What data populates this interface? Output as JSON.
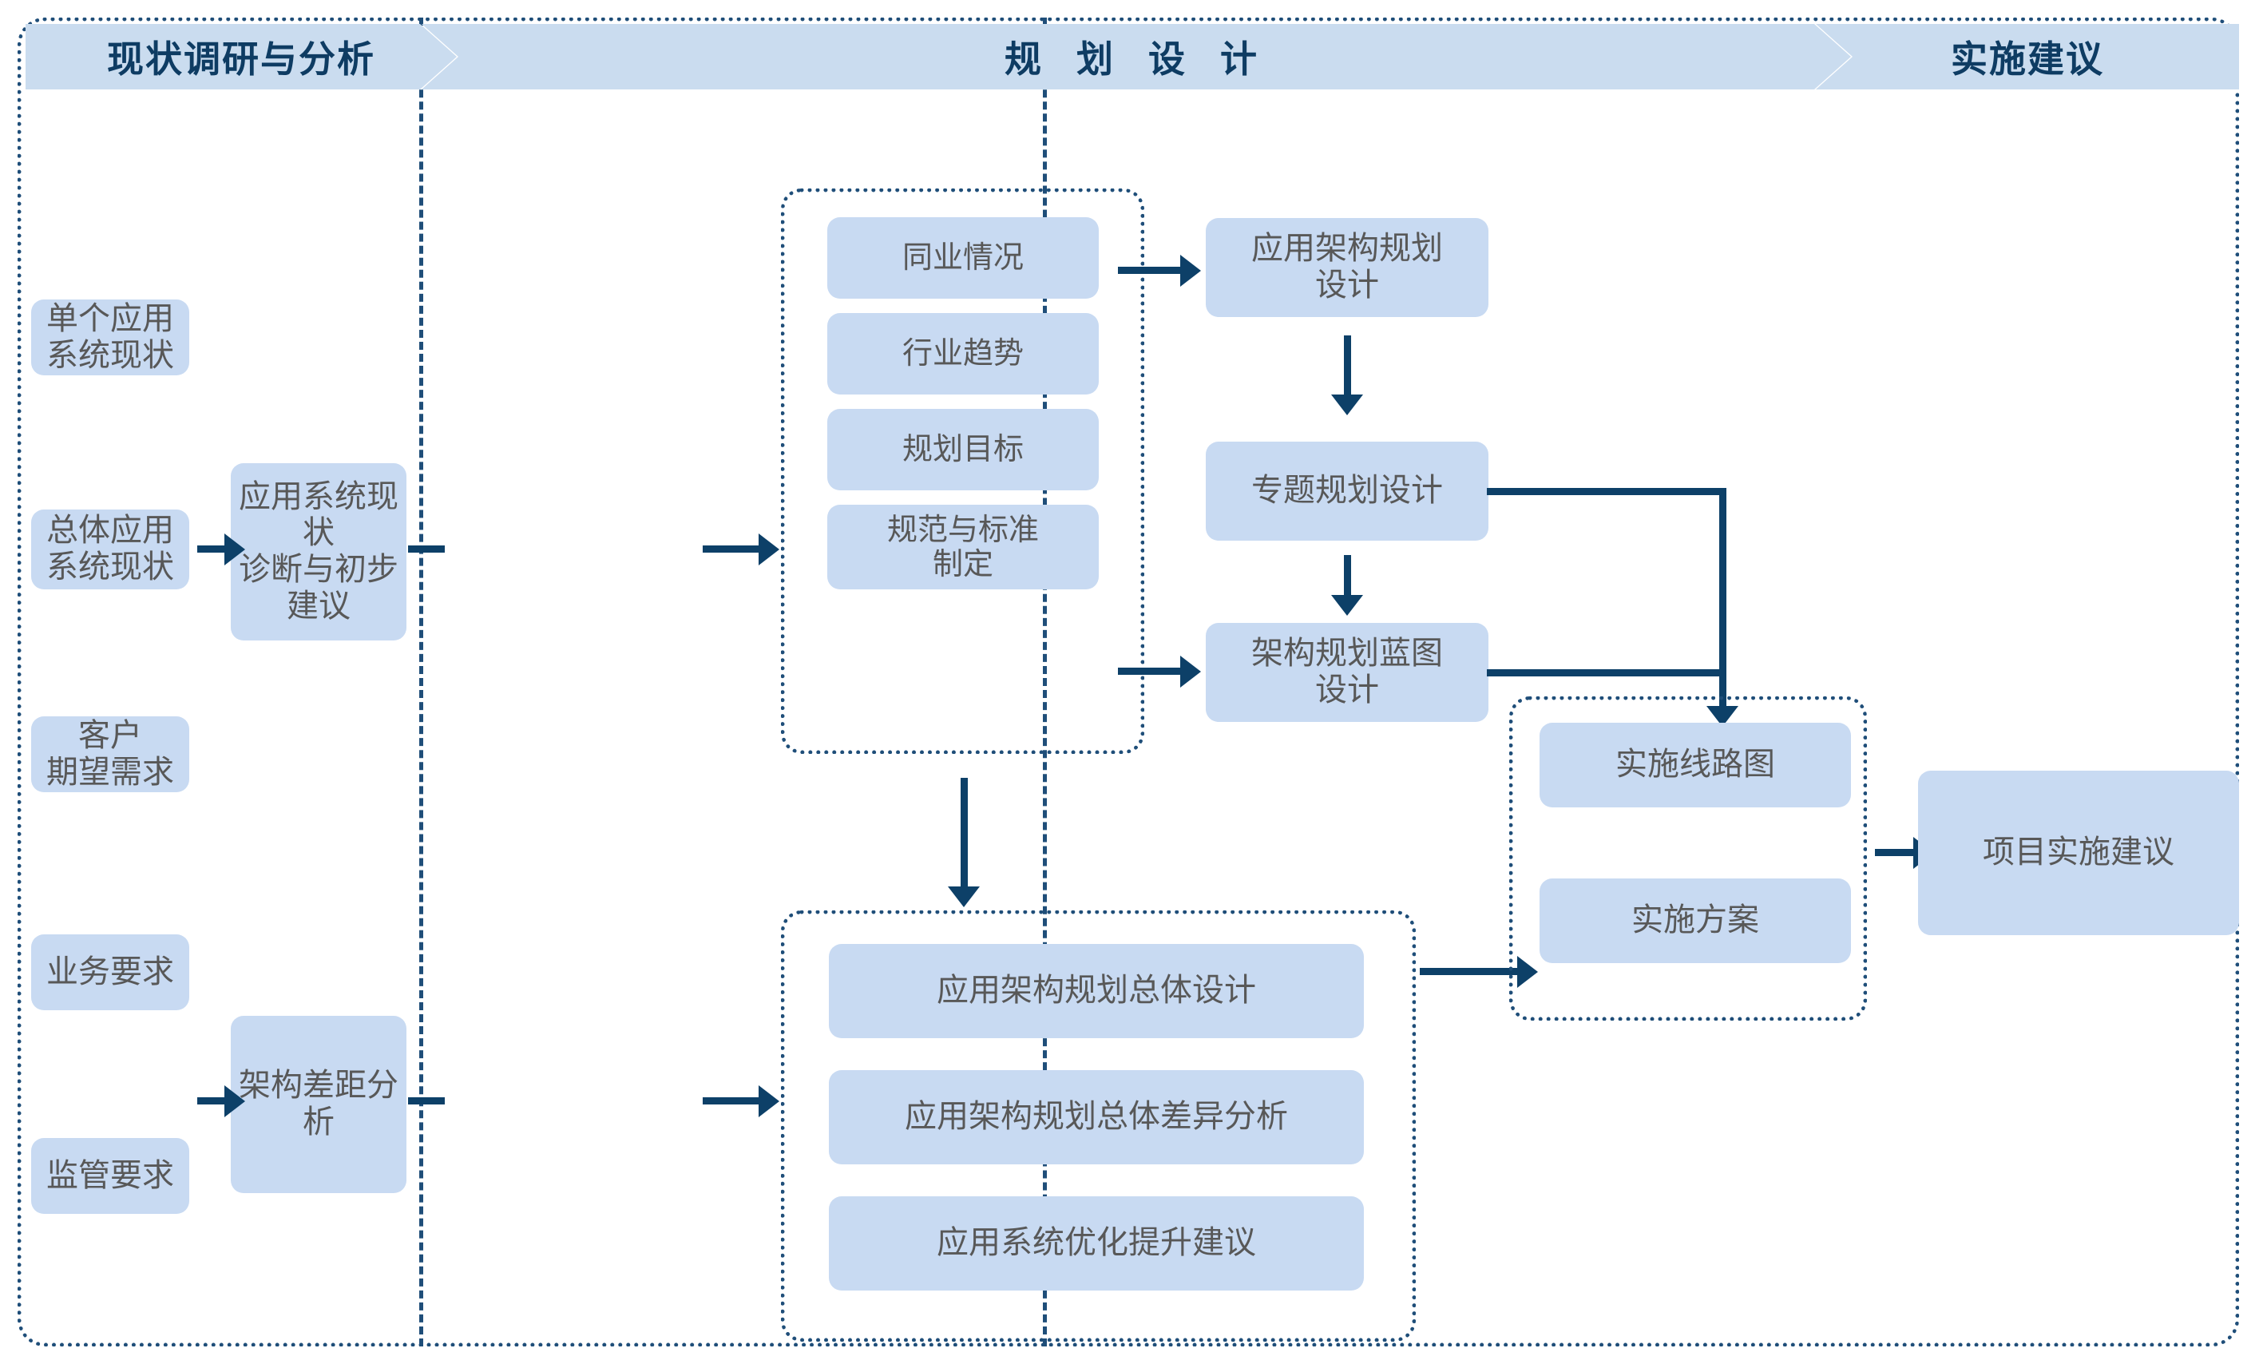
{
  "diagram": {
    "title_phases": [
      {
        "id": "phase-1",
        "label": "现状调研与分析"
      },
      {
        "id": "phase-2",
        "label": "规 划 设 计"
      },
      {
        "id": "phase-3",
        "label": "实施建议"
      }
    ],
    "inputs": [
      {
        "id": "input-1",
        "label": "单个应用\n系统现状"
      },
      {
        "id": "input-2",
        "label": "总体应用\n系统现状"
      },
      {
        "id": "input-3",
        "label": "客户\n期望需求"
      },
      {
        "id": "input-4",
        "label": "业务要求"
      },
      {
        "id": "input-5",
        "label": "监管要求"
      }
    ],
    "analysis": [
      {
        "id": "analysis-1",
        "label": "应用系统现状\n诊断与初步建议"
      },
      {
        "id": "analysis-2",
        "label": "架构差距分析"
      }
    ],
    "inputs_group": {
      "id": "planning-inputs-group",
      "items": [
        {
          "id": "pg-1",
          "label": "同业情况"
        },
        {
          "id": "pg-2",
          "label": "行业趋势"
        },
        {
          "id": "pg-3",
          "label": "规划目标"
        },
        {
          "id": "pg-4",
          "label": "规范与标准\n制定"
        }
      ]
    },
    "design_chain": [
      {
        "id": "design-1",
        "label": "应用架构规划\n设计"
      },
      {
        "id": "design-2",
        "label": "专题规划设计"
      },
      {
        "id": "design-3",
        "label": "架构规划蓝图\n设计"
      }
    ],
    "overall_group": {
      "id": "overall-design-group",
      "items": [
        {
          "id": "og-1",
          "label": "应用架构规划总体设计"
        },
        {
          "id": "og-2",
          "label": "应用架构规划总体差异分析"
        },
        {
          "id": "og-3",
          "label": "应用系统优化提升建议"
        }
      ]
    },
    "implementation_group": {
      "id": "implementation-group",
      "items": [
        {
          "id": "ig-1",
          "label": "实施线路图"
        },
        {
          "id": "ig-2",
          "label": "实施方案"
        }
      ]
    },
    "output": {
      "id": "output-1",
      "label": "项目实施建议"
    },
    "colors": {
      "banner_fill": "#cadcef",
      "banner_text": "#0e3c63",
      "node_fill": "#c8daf2",
      "node_text": "#585858",
      "connector": "#0d4068",
      "frame": "#1F4E79",
      "page_background": "#ffffff"
    }
  }
}
